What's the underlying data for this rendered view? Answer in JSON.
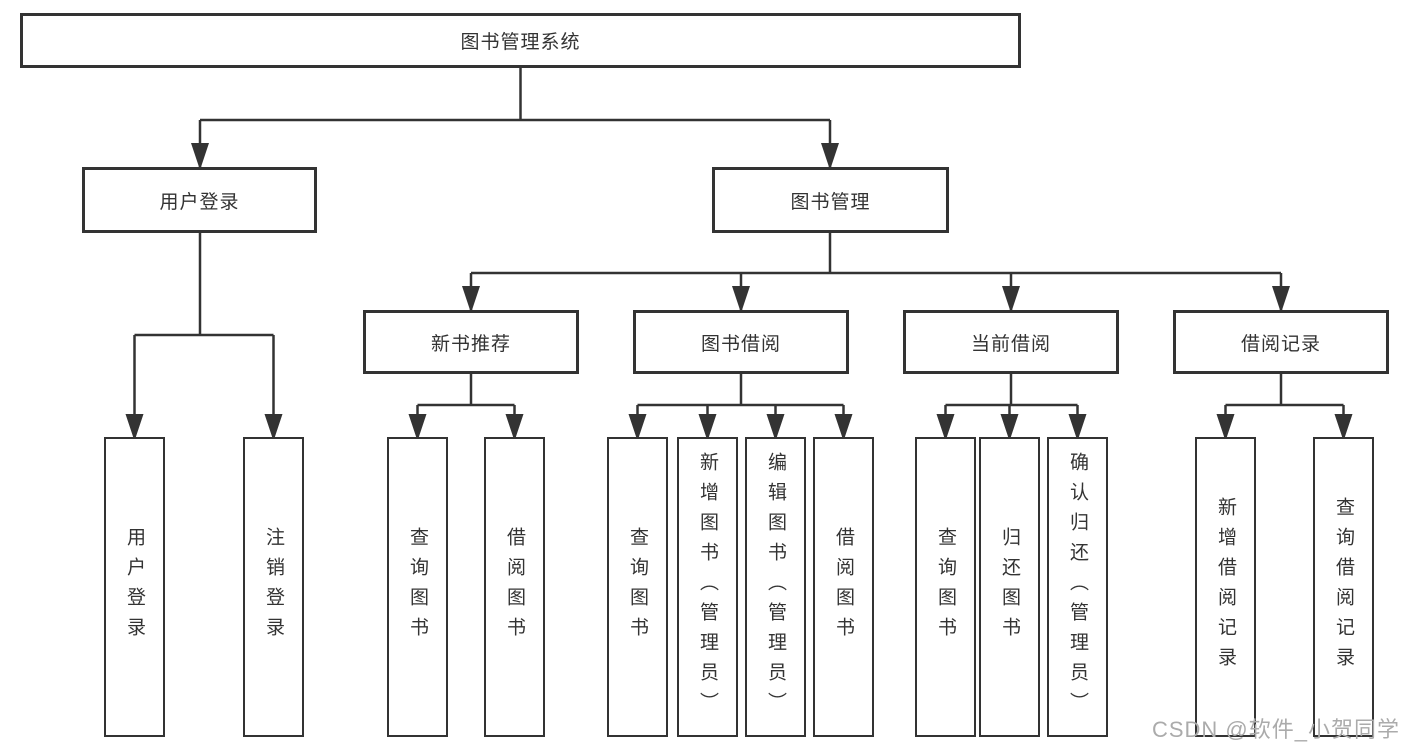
{
  "diagram": {
    "root": {
      "label": "图书管理系统"
    },
    "level2": [
      {
        "label": "用户登录"
      },
      {
        "label": "图书管理"
      }
    ],
    "level3": [
      {
        "label": "新书推荐"
      },
      {
        "label": "图书借阅"
      },
      {
        "label": "当前借阅"
      },
      {
        "label": "借阅记录"
      }
    ],
    "leaves": {
      "user_login": [
        "用户登录",
        "注销登录"
      ],
      "new_book_recommend": [
        "查询图书",
        "借阅图书"
      ],
      "book_borrow": [
        "查询图书",
        "新增图书（管理员）",
        "编辑图书（管理员）",
        "借阅图书"
      ],
      "current_borrow": [
        "查询图书",
        "归还图书",
        "确认归还（管理员）"
      ],
      "borrow_records": [
        "新增借阅记录",
        "查询借阅记录"
      ]
    },
    "colors": {
      "line": "#333333",
      "text": "#333333",
      "box_background": "#ffffff",
      "watermark": "#ababab"
    }
  },
  "watermark": {
    "text": "CSDN @软件_小贺同学"
  }
}
